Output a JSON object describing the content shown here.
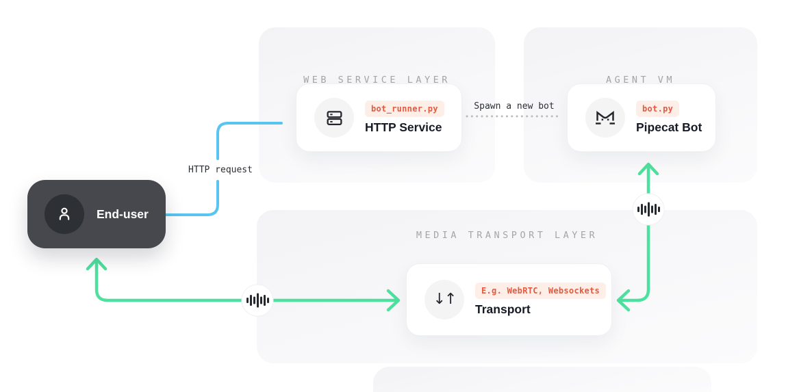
{
  "panels": {
    "web_service": {
      "title": "WEB SERVICE LAYER"
    },
    "agent_vm": {
      "title": "AGENT VM"
    },
    "media_transport": {
      "title": "MEDIA TRANSPORT LAYER"
    }
  },
  "nodes": {
    "end_user": {
      "label": "End-user",
      "icon": "person-icon"
    },
    "http_service": {
      "badge": "bot_runner.py",
      "title": "HTTP Service",
      "icon": "server-icon"
    },
    "pipecat_bot": {
      "badge": "bot.py",
      "title": "Pipecat Bot",
      "icon": "pipecat-cat-icon"
    },
    "transport": {
      "badge": "E.g. WebRTC, Websockets",
      "title": "Transport",
      "icon": "up-down-arrows-icon",
      "icon_glyph": "↓↑"
    }
  },
  "connectors": {
    "http_request": {
      "label": "HTTP request",
      "style": "solid",
      "from": "End-user",
      "to": "HTTP Service"
    },
    "spawn_bot": {
      "label": "Spawn a new bot",
      "style": "dotted",
      "from": "HTTP Service",
      "to": "Pipecat Bot"
    },
    "user_media": {
      "label": "",
      "style": "solid-bidirectional",
      "from": "End-user",
      "to": "Transport",
      "icon": "waveform-icon"
    },
    "bot_media": {
      "label": "",
      "style": "solid-bidirectional",
      "from": "Transport",
      "to": "Pipecat Bot",
      "icon": "waveform-icon"
    }
  },
  "colors": {
    "blue": "#57c4f2",
    "green": "#4ee09e",
    "dotted_gray": "#bcbdc0",
    "badge_bg": "#fdeee8",
    "badge_text": "#e25a40",
    "panel_title": "#a5a5a8",
    "card_title": "#161a25",
    "end_user_bg": "#46484d",
    "icon_dark": "#24272e"
  }
}
